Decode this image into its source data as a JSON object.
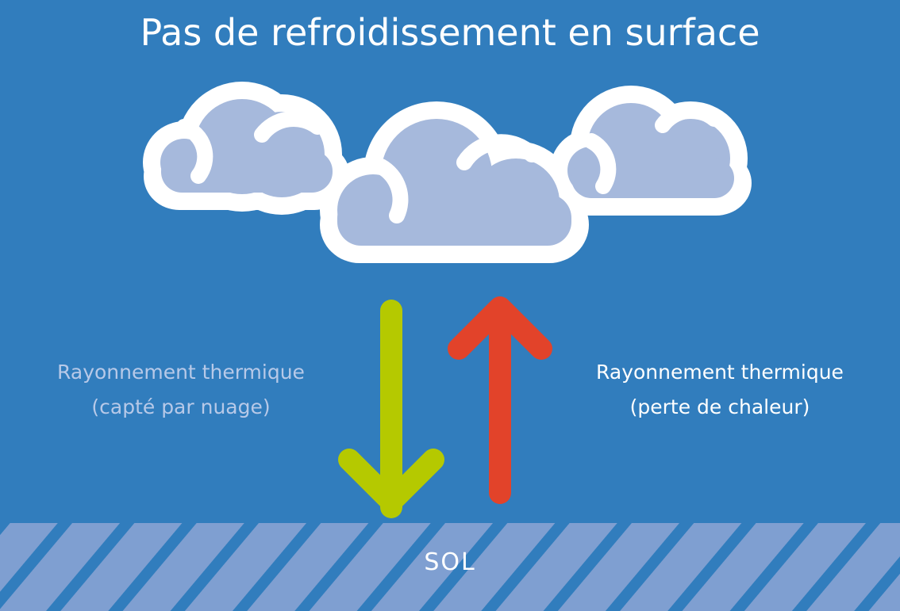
{
  "title": "Pas de refroidissement en surface",
  "left_label": {
    "line1": "Rayonnement thermique",
    "line2": "(capté par nuage)"
  },
  "right_label": {
    "line1": "Rayonnement thermique",
    "line2": "(perte de chaleur)"
  },
  "ground_label": "SOL",
  "colors": {
    "background": "#317dbd",
    "cloud_fill": "#a6b9dc",
    "cloud_outline": "#ffffff",
    "down_arrow": "#b5c900",
    "up_arrow": "#e2432a",
    "ground": "#7f9fd1"
  }
}
